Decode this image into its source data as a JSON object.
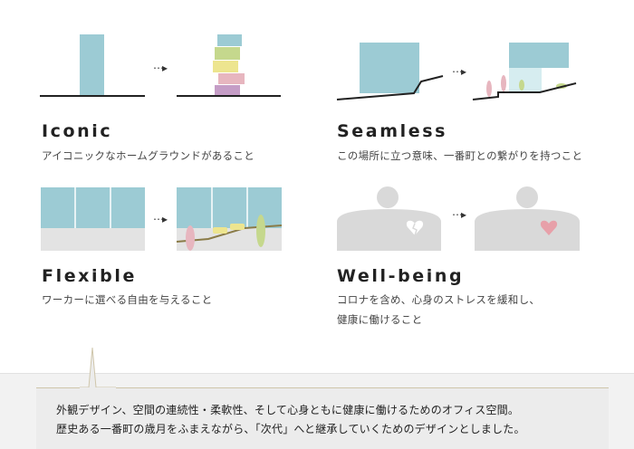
{
  "sections": [
    {
      "title": "Iconic",
      "desc": [
        "アイコニックなホームグラウンドがあること"
      ]
    },
    {
      "title": "Seamless",
      "desc": [
        "この場所に立つ意味、一番町との繋がりを持つこと"
      ]
    },
    {
      "title": "Flexible",
      "desc": [
        "ワーカーに選べる自由を与えること"
      ]
    },
    {
      "title": "Well-being",
      "desc": [
        "コロナを含め、心身のストレスを緩和し、",
        "健康に働けること"
      ]
    }
  ],
  "arrow_glyph": "⋯▸",
  "caption": {
    "line1": "外観デザイン、空間の連続性・柔軟性、そして心身ともに健康に働けるためのオフィス空間。",
    "line2": "歴史ある一番町の歳月をふまえながら、「次代」へと継承していくためのデザインとしました。"
  },
  "colors": {
    "blue": "#9ccbd4",
    "green": "#c5d88d",
    "yellow": "#ede58f",
    "pink": "#e7b6bf",
    "purple": "#c59dc6",
    "gray": "#d9d9d9",
    "lightgray": "#e3e3e3",
    "line": "#222222",
    "accent_line": "#cfc6ab"
  }
}
